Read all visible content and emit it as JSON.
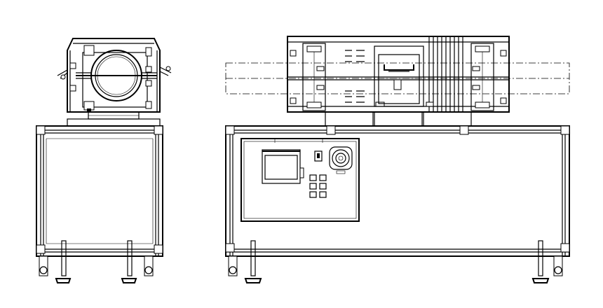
{
  "drawing": {
    "type": "mechanical-elevation",
    "views": [
      {
        "id": "side-view",
        "label": ""
      },
      {
        "id": "front-view",
        "label": ""
      }
    ],
    "control_panel": {
      "button_grid": {
        "rows": 3,
        "cols": 2
      }
    },
    "colors": {
      "line": "#000000",
      "background": "#ffffff"
    }
  }
}
